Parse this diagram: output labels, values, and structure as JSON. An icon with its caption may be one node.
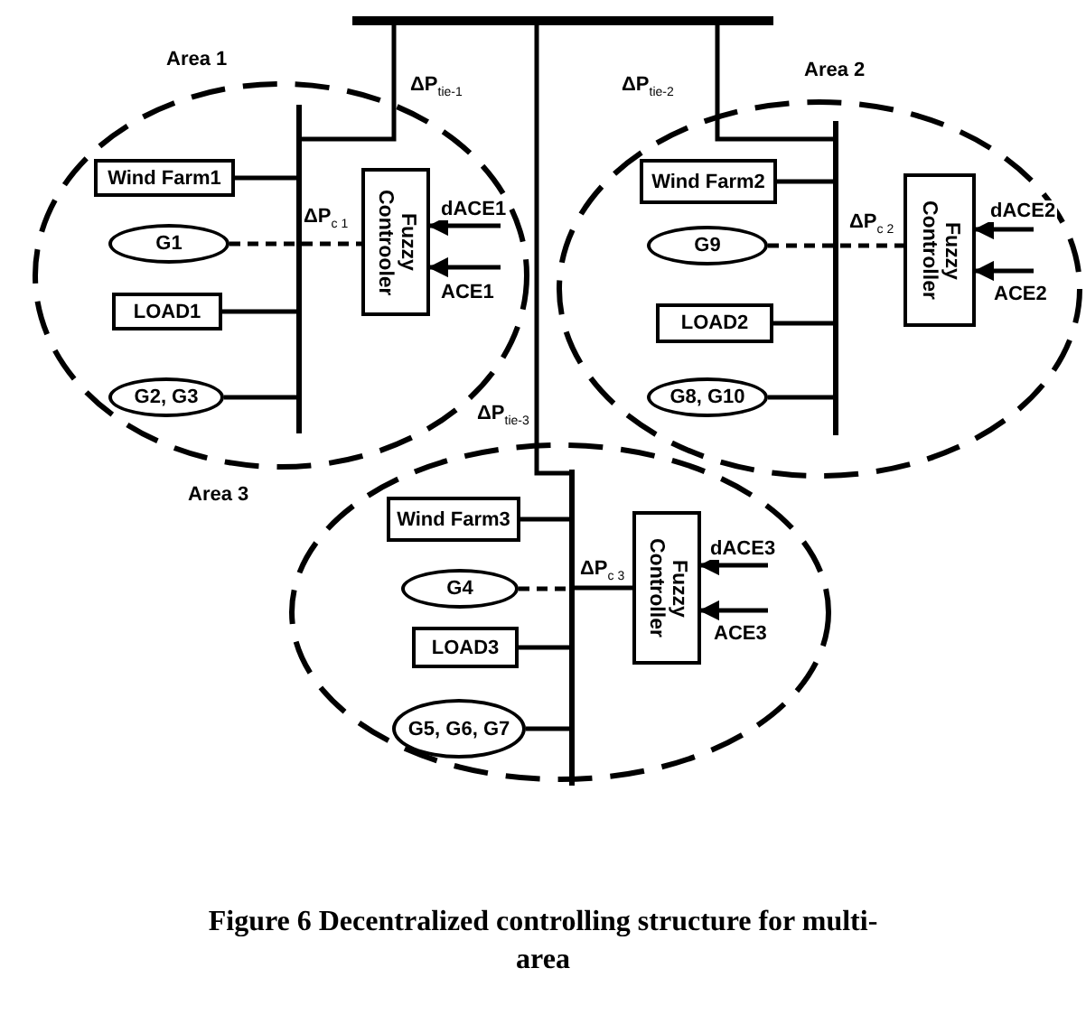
{
  "diagram": {
    "caption": "Figure 6 Decentralized controlling structure for multi-area",
    "nodes": [
      {
        "text": [],
        "shape": "bar"
      },
      {
        "text": [
          "Area 1"
        ]
      },
      {
        "text": [],
        "shape": "bar",
        "in": 1
      },
      {
        "text": [
          "Wind Farm1"
        ],
        "in": 1
      },
      {
        "text": [
          "G1"
        ],
        "in": 1
      },
      {
        "text": [
          "LOAD1"
        ],
        "in": 1
      },
      {
        "text": [
          "G2, G3"
        ],
        "in": 1
      },
      {
        "text": [
          "Fuzzy Controoler"
        ],
        "in": 1
      },
      {
        "text": [
          "Area 2"
        ]
      },
      {
        "text": [],
        "shape": "bar",
        "in": 8
      },
      {
        "text": [
          "Wind Farm2"
        ],
        "in": 8
      },
      {
        "text": [
          "G9"
        ],
        "in": 8
      },
      {
        "text": [
          "LOAD2"
        ],
        "in": 8
      },
      {
        "text": [
          "G8, G10"
        ],
        "in": 8
      },
      {
        "text": [
          "Fuzzy Controller"
        ],
        "in": 8
      },
      {
        "text": [
          "Area 3"
        ]
      },
      {
        "text": [],
        "shape": "bar",
        "in": 15
      },
      {
        "text": [
          "Wind Farm3"
        ],
        "in": 15
      },
      {
        "text": [
          "G4"
        ],
        "in": 15
      },
      {
        "text": [
          "LOAD3"
        ],
        "in": 15
      },
      {
        "text": [
          "G5, G6, G7"
        ],
        "in": 15
      },
      {
        "text": [
          "Fuzzy Controller"
        ],
        "in": 15
      }
    ],
    "edges": [
      {
        "from": 2,
        "to": 0,
        "arrow": "none",
        "label": "ΔP$_{tie-1}$"
      },
      {
        "from": 9,
        "to": 0,
        "arrow": "none",
        "label": "ΔP$_{tie-2}$"
      },
      {
        "from": 0,
        "to": 16,
        "arrow": "none",
        "label": "ΔP$_{tie-3}$"
      },
      {
        "from": 3,
        "to": 2,
        "arrow": "none"
      },
      {
        "from": 4,
        "to": 7,
        "arrow": "none",
        "style": "dashed",
        "label": "ΔP$_{c 1}$"
      },
      {
        "from": 5,
        "to": 2,
        "arrow": "none"
      },
      {
        "from": 6,
        "to": 2,
        "arrow": "none"
      },
      {
        "from": null,
        "to": 7,
        "arrow": "to",
        "label": "dACE1"
      },
      {
        "from": null,
        "to": 7,
        "arrow": "to",
        "label": "ACE1"
      },
      {
        "from": 10,
        "to": 9,
        "arrow": "none"
      },
      {
        "from": 11,
        "to": 14,
        "arrow": "none",
        "style": "dashed",
        "label": "ΔP$_{c 2}$"
      },
      {
        "from": 12,
        "to": 9,
        "arrow": "none"
      },
      {
        "from": 13,
        "to": 9,
        "arrow": "none"
      },
      {
        "from": null,
        "to": 14,
        "arrow": "to",
        "label": "dACE2"
      },
      {
        "from": null,
        "to": 14,
        "arrow": "to",
        "label": "ACE2"
      },
      {
        "from": 17,
        "to": 16,
        "arrow": "none"
      },
      {
        "from": 18,
        "to": 16,
        "arrow": "none",
        "style": "dashed"
      },
      {
        "from": 16,
        "to": 21,
        "arrow": "none",
        "label": "ΔP$_{c 3}$"
      },
      {
        "from": 19,
        "to": 16,
        "arrow": "none"
      },
      {
        "from": 20,
        "to": 16,
        "arrow": "none"
      },
      {
        "from": null,
        "to": 21,
        "arrow": "to",
        "label": "dACE3"
      },
      {
        "from": null,
        "to": 21,
        "arrow": "to",
        "label": "ACE3"
      }
    ]
  }
}
